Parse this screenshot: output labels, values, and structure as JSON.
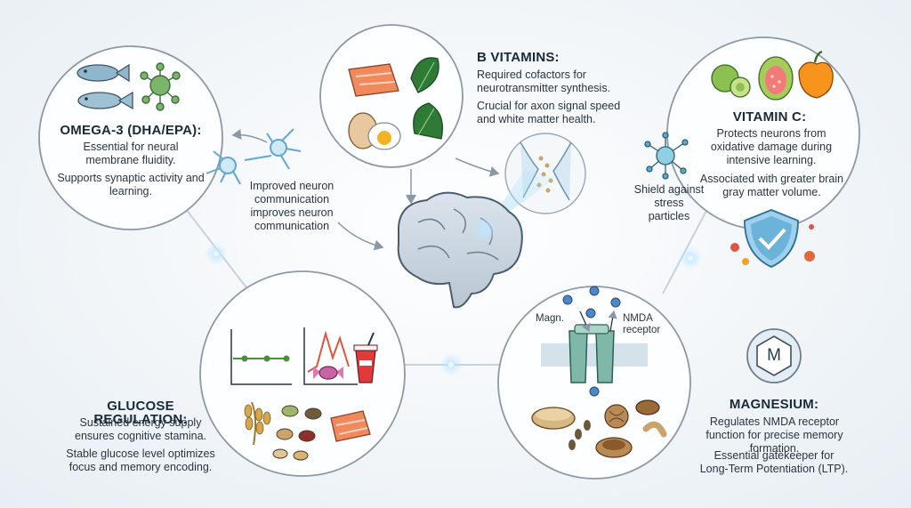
{
  "omega3": {
    "title": "OMEGA-3 (DHA/EPA):",
    "line1": "Essential for neural membrane fluidity.",
    "line2": "Supports synaptic activity and learning."
  },
  "neuron_note": "Improved neuron communication improves neuron communication",
  "b_vitamins": {
    "title": "B VITAMINS:",
    "line1": "Required cofactors for neurotransmitter synthesis.",
    "line2": "Crucial for axon signal speed and white matter health."
  },
  "vitamin_c": {
    "title": "VITAMIN C:",
    "line1": "Protects neurons from oxidative damage during intensive learning.",
    "line2": "Associated with greater brain gray matter volume."
  },
  "shield_note": "Shield against stress particles",
  "glucose": {
    "title": "GLUCOSE REGULATION:",
    "line1": "Sustained energy supply ensures cognitive stamina.",
    "line2": "Stable glucose level optimizes focus and memory encoding."
  },
  "magnesium": {
    "title": "MAGNESIUM:",
    "line1": "Regulates NMDA receptor function for precise memory formation.",
    "line2": "Essential gatekeeper for Long-Term Potentiation (LTP).",
    "badge": "M"
  },
  "receptor": {
    "magn_label": "Magn.",
    "nmda_label": "NMDA receptor"
  },
  "colors": {
    "circle_stroke": "#7f8c99",
    "accent_blue": "#5fa8d3",
    "salmon": "#f08a5d",
    "leaf_green": "#3f8f3a",
    "shield_blue": "#6cb3da",
    "ion_blue": "#4f86c6"
  }
}
